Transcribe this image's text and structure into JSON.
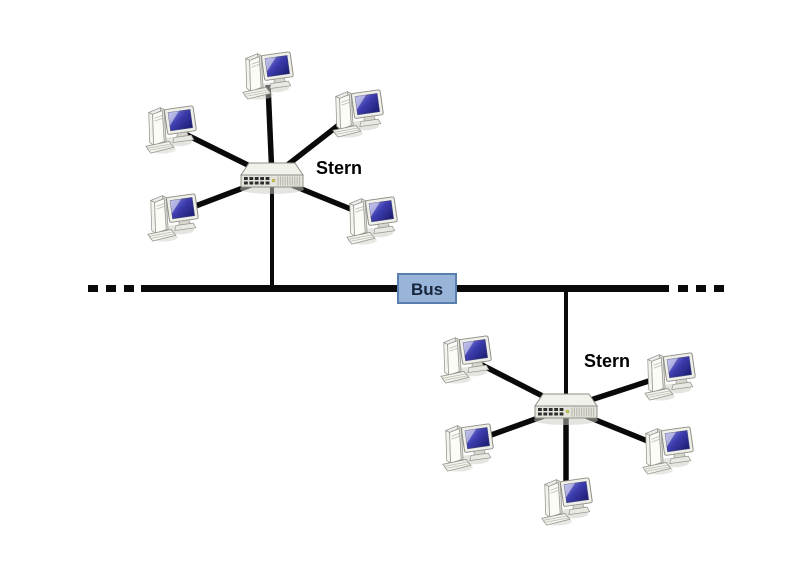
{
  "diagram": {
    "type": "network-topology",
    "description": "Bus backbone connecting two star networks",
    "bus": {
      "label": "Bus",
      "line_color": "#0a0a0a",
      "box_fill": "#98b4d8",
      "box_border": "#5a7eae",
      "text_color": "#16253b",
      "dashed_ends": true
    },
    "stars": [
      {
        "label": "Stern",
        "hub_icon": "switch-icon",
        "computer_icon": "computer-icon",
        "computer_count": 5
      },
      {
        "label": "Stern",
        "hub_icon": "switch-icon",
        "computer_icon": "computer-icon",
        "computer_count": 5
      }
    ],
    "label_color": "#000000",
    "cable_color": "#0a0a0a"
  }
}
